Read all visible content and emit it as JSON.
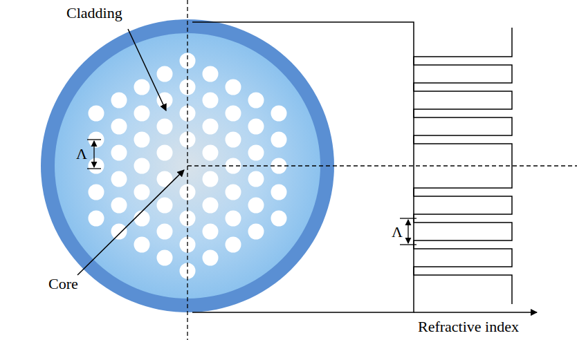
{
  "diagram": {
    "labels": [
      "Cladding",
      "Core",
      "Λ",
      "Λ",
      "Refractive index"
    ]
  }
}
